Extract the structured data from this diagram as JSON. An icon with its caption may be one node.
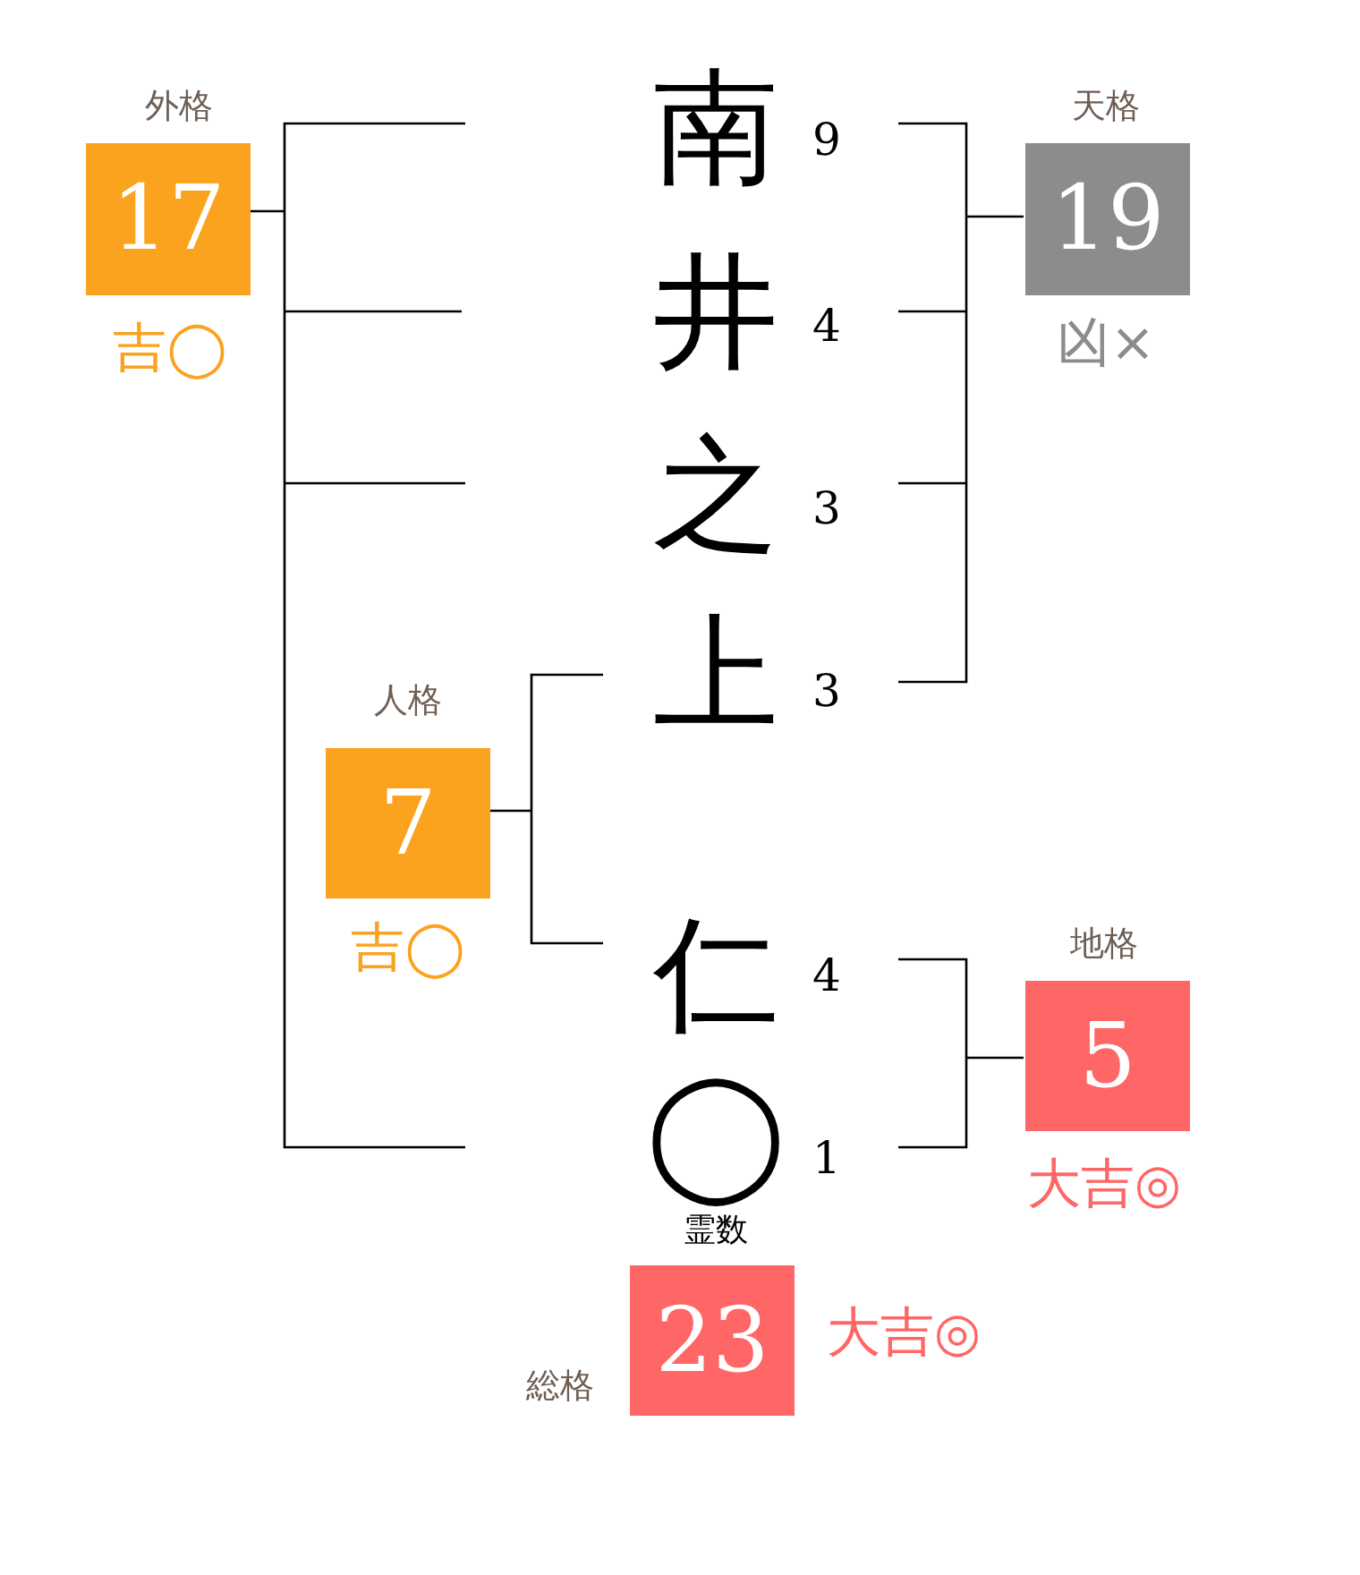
{
  "diagram": {
    "nodes": [
      {
        "text": [
          "外格",
          "17"
        ],
        "beside": [
          "吉◯"
        ]
      },
      {
        "text": [
          "天格",
          "19"
        ],
        "beside": [
          "凶×"
        ]
      },
      {
        "text": [
          "人格",
          "7"
        ],
        "beside": [
          "吉◯"
        ]
      },
      {
        "text": [
          "地格",
          "5"
        ],
        "beside": [
          "大吉◎"
        ]
      },
      {
        "text": [
          "総格",
          "23"
        ],
        "beside": [
          "大吉◎"
        ]
      }
    ],
    "labels": [
      "南",
      "9",
      "井",
      "4",
      "之",
      "3",
      "上",
      "3",
      "仁",
      "4",
      "◯",
      "1",
      "霊数"
    ]
  }
}
